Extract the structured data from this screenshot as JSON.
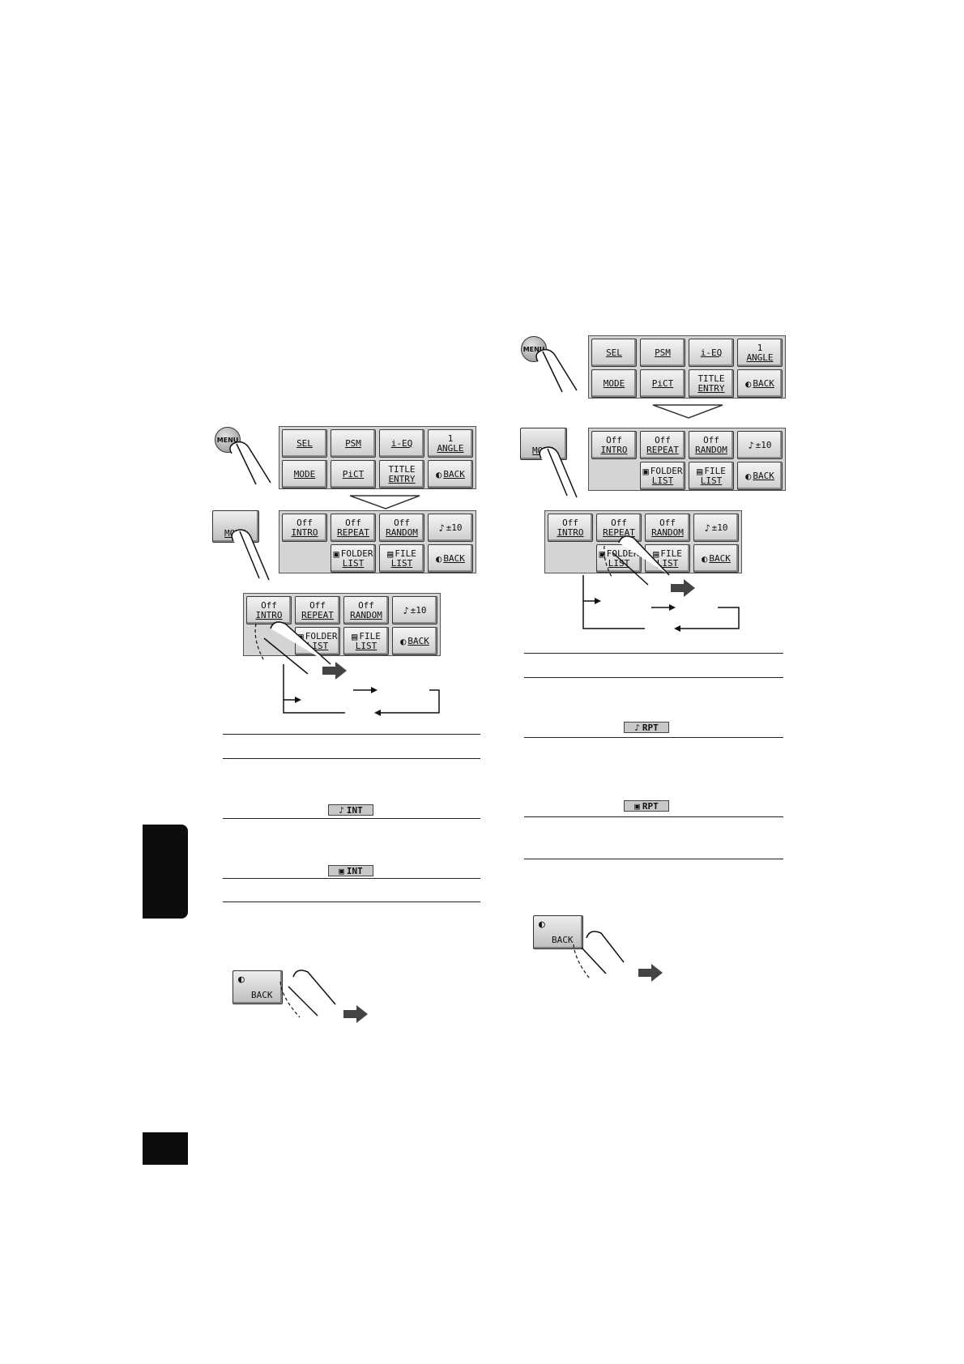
{
  "menu_button": {
    "label": "MENU"
  },
  "mode_button": {
    "label": "MODE"
  },
  "back_button": {
    "icon": "disc-icon",
    "label": "BACK"
  },
  "menu_screen": {
    "row1": [
      {
        "top": "",
        "bottom": "SEL"
      },
      {
        "top": "",
        "bottom": "PSM"
      },
      {
        "top": "",
        "bottom": "i-EQ"
      },
      {
        "top": "1",
        "bottom": "ANGLE"
      }
    ],
    "row2": [
      {
        "top": "",
        "bottom": "MODE"
      },
      {
        "top": "",
        "bottom": "PiCT"
      },
      {
        "top": "TITLE",
        "bottom": "ENTRY"
      },
      {
        "top": "",
        "bottom": "BACK"
      }
    ]
  },
  "mode_screen": {
    "row1": [
      {
        "top": "Off",
        "bottom": "INTRO"
      },
      {
        "top": "Off",
        "bottom": "REPEAT"
      },
      {
        "top": "Off",
        "bottom": "RANDOM"
      },
      {
        "top": "",
        "bottom": "±10"
      }
    ],
    "row2": [
      {
        "top": "FOLDER",
        "bottom": "LIST"
      },
      {
        "top": "FILE",
        "bottom": "LIST"
      },
      {
        "top": "",
        "bottom": "BACK"
      }
    ]
  },
  "indicators": {
    "track_intro": "INT",
    "folder_intro": "INT",
    "track_repeat": "RPT",
    "folder_repeat": "RPT"
  }
}
